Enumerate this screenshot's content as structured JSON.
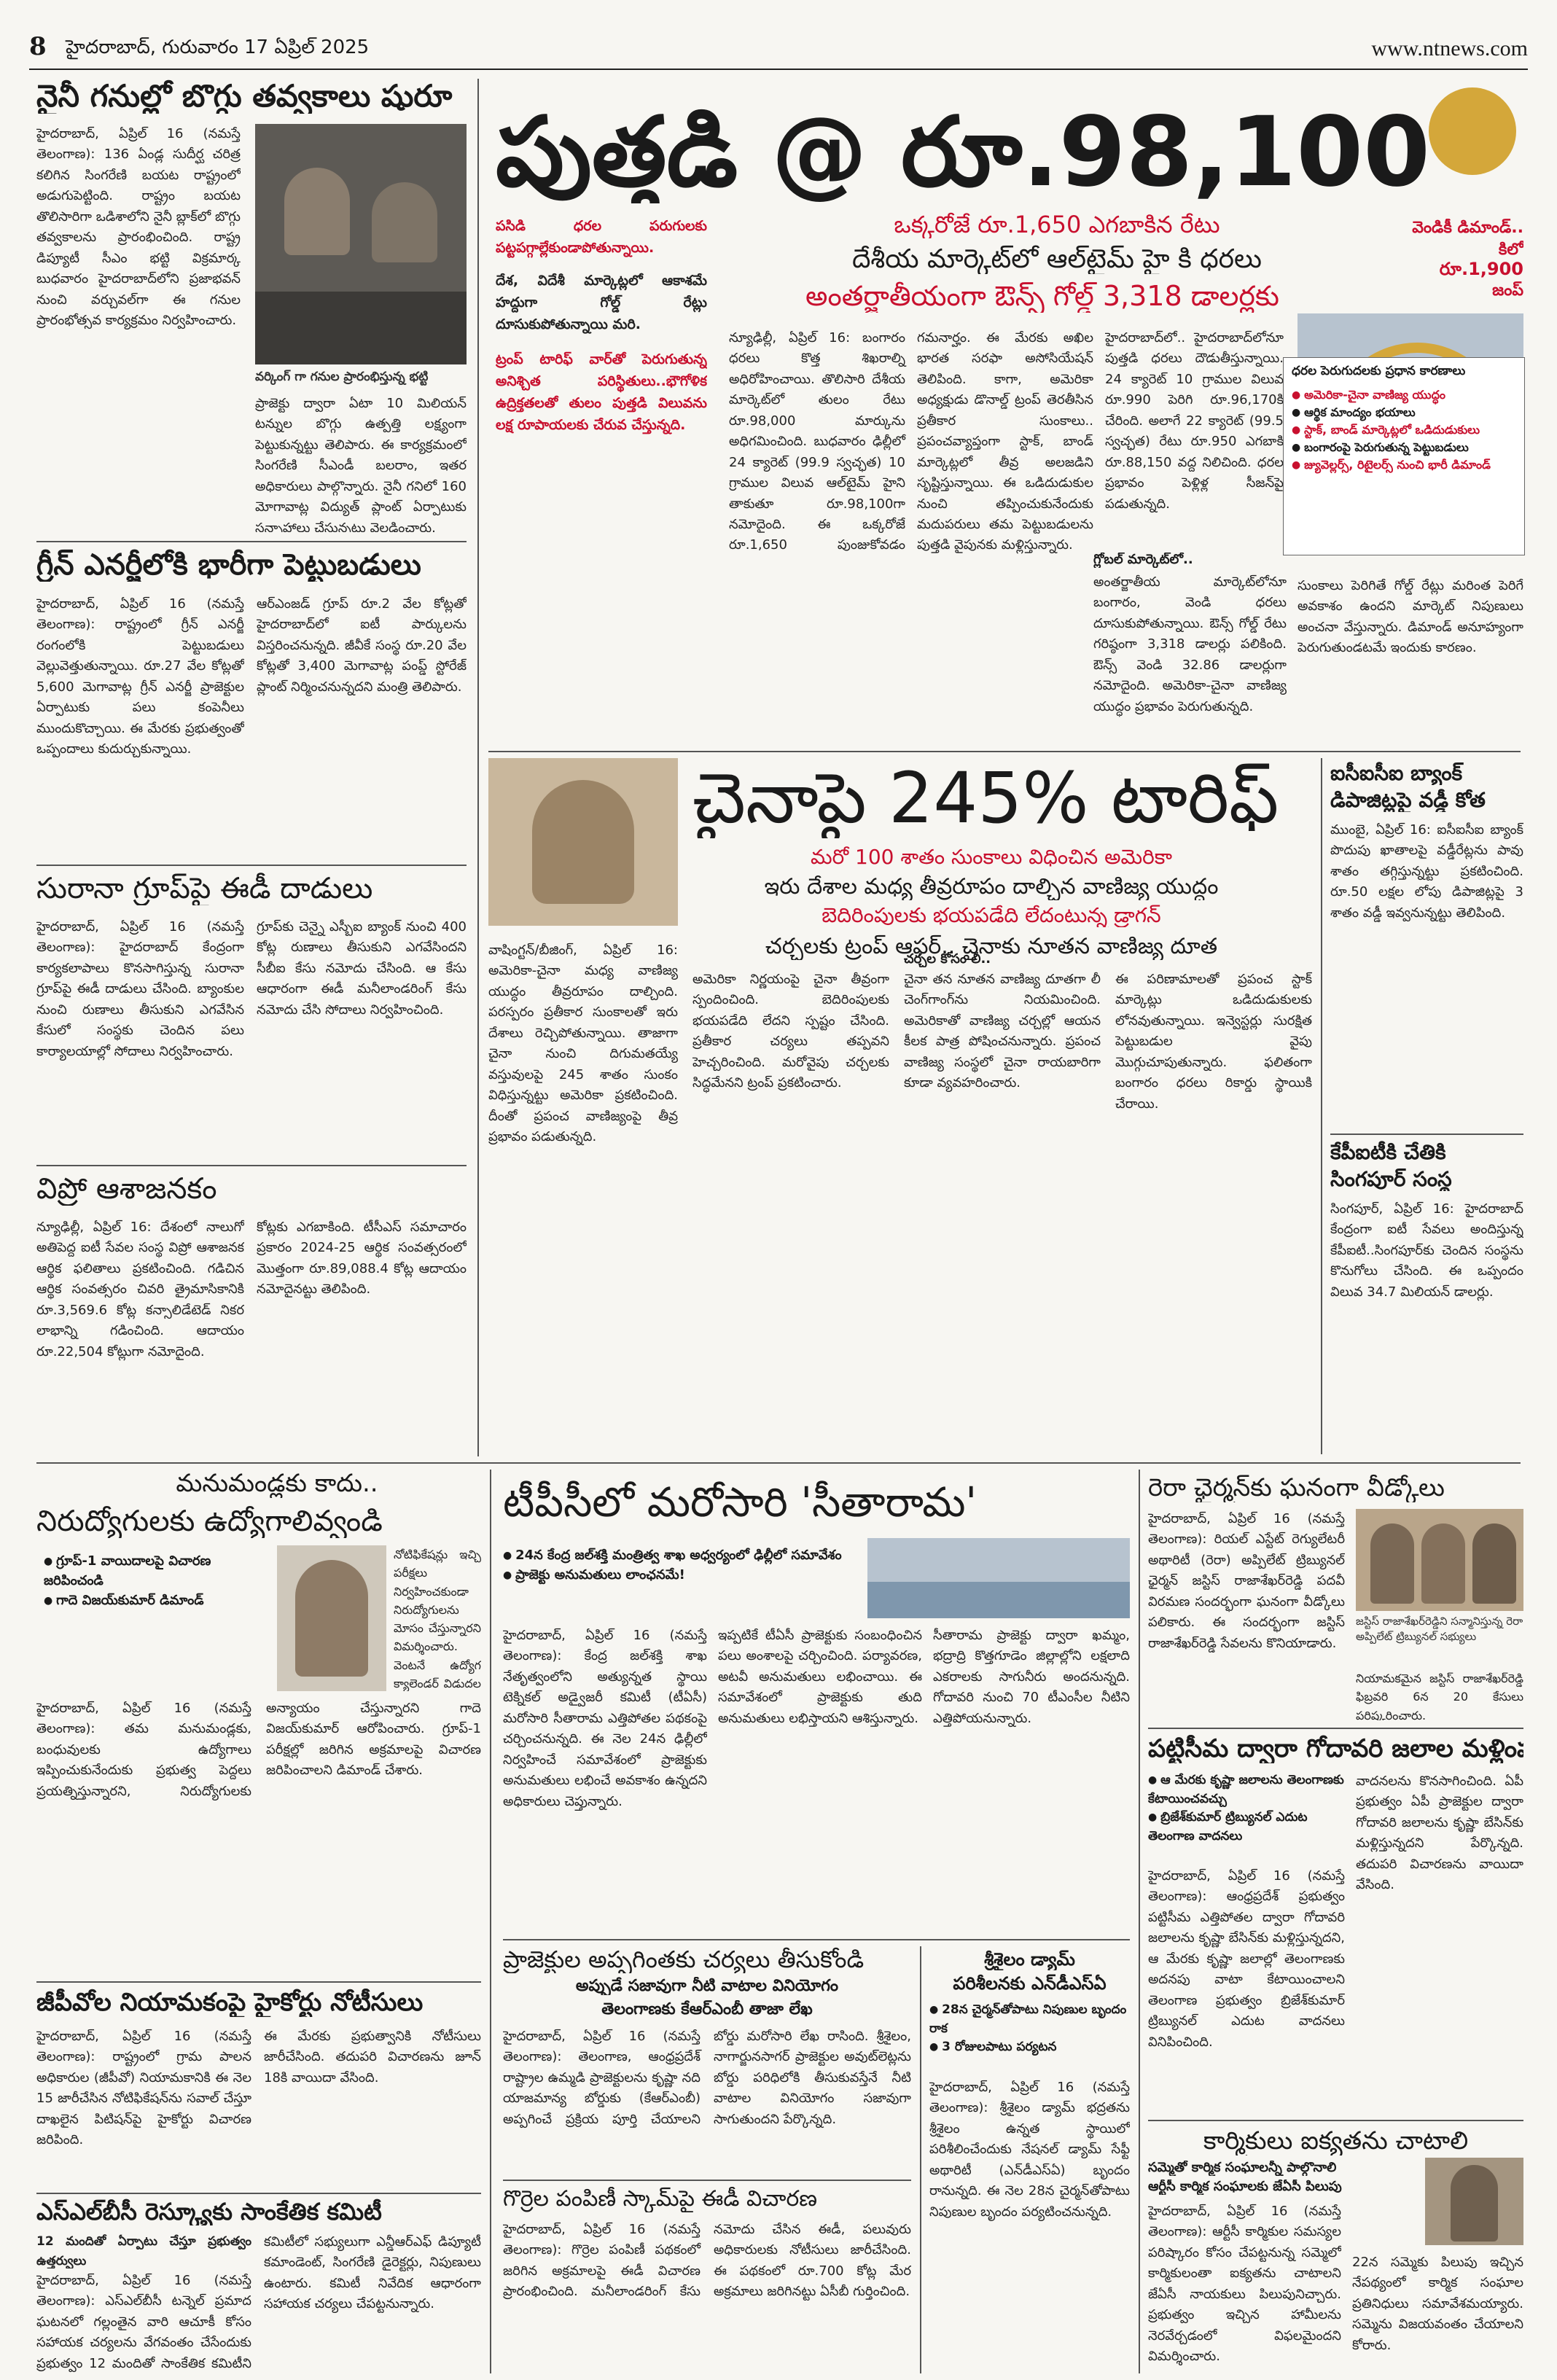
{
  "header": {
    "page_number": "8",
    "date_line": "హైదరాబాద్, గురువారం 17 ఏప్రిల్ 2025",
    "website": "www.ntnews.com"
  },
  "gold": {
    "headline": "పుత్తడి @ రూ.98,100",
    "subline1": "ఒక్కరోజే రూ.1,650 ఎగబాకిన రేటు",
    "subline2": "దేశీయ మార్కెట్‌లో ఆల్‌టైమ్ హై కి ధరలు",
    "subline3": "అంతర్జాతీయంగా ఔన్స్ గోల్డ్ 3,318 డాలర్లకు",
    "silver_label": "వెండికీ డిమాండ్..",
    "silver_unit": "కిలో",
    "silver_price": "రూ.1,900",
    "silver_jump": "జంప్",
    "pull1": "పసిడి ధరల పరుగులకు పట్టపగ్గాల్లేకుండాపోతున్నాయి.",
    "pull2": "దేశ, విదేశీ మార్కెట్లలో ఆకాశమే హద్దుగా గోల్డ్ రేట్లు దూసుకుపోతున్నాయి మరి.",
    "pull3": "ట్రంప్ టారిఫ్ వార్‌తో పెరుగుతున్న అనిశ్చిత పరిస్థితులు..భౌగోళిక ఉద్రిక్తతలతో తులం పుత్తడి విలువను లక్ష రూపాయలకు చేరువ చేస్తున్నది.",
    "photo_caption": "వర్కింగ్ గా గనుల ప్రారంభిస్తున్న భట్టి",
    "factors_title": "ధరల పెరుగుదలకు ప్రధాన కారణాలు",
    "factors": [
      "అమెరికా-చైనా వాణిజ్య యుద్ధం",
      "ఆర్థిక మాంద్యం భయాలు",
      "స్టాక్, బాండ్ మార్కెట్లలో ఒడిదుడుకులు",
      "బంగారంపై పెరుగుతున్న పెట్టుబడులు",
      "జ్యువెల్లర్స్, రిటైలర్స్ నుంచి భారీ డిమాండ్"
    ],
    "global_market_label": "గ్లోబల్ మార్కెట్‌లో..",
    "body1": "న్యూఢిల్లీ, ఏప్రిల్ 16: బంగారం ధరలు కొత్త శిఖరాల్ని అధిరోహించాయి. తొలిసారి దేశీయ మార్కెట్‌లో తులం రేటు రూ.98,000 మార్కును అధిగమించింది. బుధవారం ఢిల్లీలో 24 క్యారెట్ (99.9 స్వచ్ఛత) 10 గ్రాముల విలువ ఆల్‌టైమ్ హైని తాకుతూ రూ.98,100గా నమోదైంది. ఈ ఒక్కరోజే రూ.1,650 పుంజుకోవడం గమనార్హం. ఈ మేరకు అఖిల భారత సరఫా అసోసియేషన్ తెలిపింది. కాగా, అమెరికా అధ్యక్షుడు డొనాల్డ్ ట్రంప్ తెరతీసిన ప్రతీకార సుంకాలు.. ప్రపంచవ్యాప్తంగా స్టాక్, బాండ్ మార్కెట్లలో తీవ్ర అలజడిని సృష్టిస్తున్నాయి. ఈ ఒడిదుడుకుల నుంచి తప్పించుకునేందుకు మదుపరులు తమ పెట్టుబడులను పుత్తడి వైపునకు మళ్లిస్తున్నారు.",
    "body2": "హైదరాబాద్‌లో.. హైదరాబాద్‌లోనూ పుత్తడి ధరలు దౌడుతీస్తున్నాయి. 24 క్యారెట్ 10 గ్రాముల విలువ రూ.990 పెరిగి రూ.96,170కి చేరింది. అలాగే 22 క్యారెట్ (99.5 స్వచ్ఛత) రేటు రూ.950 ఎగబాకి రూ.88,150 వద్ద నిలిచింది. ధరల ప్రభావం పెళ్లిళ్ల సీజన్‌పై పడుతున్నది.",
    "body3": "అంతర్జాతీయ మార్కెట్‌లోనూ బంగారం, వెండి ధరలు దూసుకుపోతున్నాయి. ఔన్స్ గోల్డ్ రేటు గరిష్ఠంగా 3,318 డాలర్లు పలికింది. ఔన్స్ వెండి 32.86 డాలర్లుగా నమోదైంది. అమెరికా-చైనా వాణిజ్య యుద్ధం ప్రభావం పెరుగుతున్నది.",
    "body4": "సుంకాలు పెరిగితే గోల్డ్ రేట్లు మరింత పెరిగే అవకాశం ఉందని మార్కెట్ నిపుణులు అంచనా వేస్తున్నారు. డిమాండ్ అనూహ్యంగా పెరుగుతుండటమే ఇందుకు కారణం."
  },
  "coal": {
    "headline": "నైనీ గనుల్లో బొగ్గు తవ్వకాలు షురూ",
    "body1": "హైదరాబాద్, ఏప్రిల్ 16 (నమస్తే తెలంగాణ): 136 ఏండ్ల సుదీర్ఘ చరిత్ర కలిగిన సింగరేణి బయట రాష్ట్రంలో అడుగుపెట్టింది. రాష్ట్రం బయట తొలిసారిగా ఒడిశాలోని నైనీ బ్లాక్‌లో బొగ్గు తవ్వకాలను ప్రారంభించింది. రాష్ట్ర డిప్యూటీ సీఎం భట్టి విక్రమార్క బుధవారం హైదరాబాద్‌లోని ప్రజాభవన్ నుంచి వర్చువల్‌గా ఈ గనుల ప్రారంభోత్సవ కార్యక్రమం నిర్వహించారు.",
    "body2": "ప్రాజెక్టు ద్వారా ఏటా 10 మిలియన్ టన్నుల బొగ్గు ఉత్పత్తి లక్ష్యంగా పెట్టుకున్నట్టు తెలిపారు. ఈ కార్యక్రమంలో సింగరేణి సీఎండీ బలరాం, ఇతర అధికారులు పాల్గొన్నారు. నైనీ గనిలో 160 మోగావాట్ల విద్యుత్ ప్లాంట్ ఏర్పాటుకు సన్నాహాలు చేస్తున్నట్టు వెల్లడించారు."
  },
  "green": {
    "headline": "గ్రీన్ ఎనర్జీలోకి భారీగా పెట్టుబడులు",
    "body1": "హైదరాబాద్, ఏప్రిల్ 16 (నమస్తే తెలంగాణ): రాష్ట్రంలో గ్రీన్ ఎనర్జీ రంగంలోకి పెట్టుబడులు వెల్లువెత్తుతున్నాయి. రూ.27 వేల కోట్లతో 5,600 మెగావాట్ల గ్రీన్ ఎనర్జీ ప్రాజెక్టుల ఏర్పాటుకు పలు కంపెనీలు ముందుకొచ్చాయి. ఈ మేరకు ప్రభుత్వంతో ఒప్పందాలు కుదుర్చుకున్నాయి.",
    "body2": "ఆర్‌ఎంజడ్ గ్రూప్ రూ.2 వేల కోట్లతో హైదరాబాద్‌లో ఐటీ పార్కులను విస్తరించనున్నది. జీవీకే సంస్థ రూ.20 వేల కోట్లతో 3,400 మెగావాట్ల పంప్డ్ స్టోరేజ్ ప్లాంట్ నిర్మించనున్నదని మంత్రి తెలిపారు."
  },
  "surana": {
    "headline": "సురానా గ్రూప్‌పై ఈడీ దాడులు",
    "body1": "హైదరాబాద్, ఏప్రిల్ 16 (నమస్తే తెలంగాణ): హైదరాబాద్ కేంద్రంగా కార్యకలాపాలు కొనసాగిస్తున్న సురానా గ్రూప్‌పై ఈడీ దాడులు చేసింది. బ్యాంకుల నుంచి రుణాలు తీసుకుని ఎగవేసిన కేసులో సంస్థకు చెందిన పలు కార్యాలయాల్లో సోదాలు నిర్వహించారు.",
    "body2": "గ్రూప్‌కు చెన్నై ఎస్బీఐ బ్యాంక్ నుంచి 400 కోట్ల రుణాలు తీసుకుని ఎగవేసిందని సీబీఐ కేసు నమోదు చేసింది. ఆ కేసు ఆధారంగా ఈడీ మనీలాండరింగ్ కేసు నమోదు చేసి సోదాలు నిర్వహించింది."
  },
  "wipro": {
    "headline": "విప్రో ఆశాజనకం",
    "body1": "న్యూఢిల్లీ, ఏప్రిల్ 16: దేశంలో నాలుగో అతిపెద్ద ఐటీ సేవల సంస్థ విప్రో ఆశాజనక ఆర్థిక ఫలితాలు ప్రకటించింది. గడిచిన ఆర్థిక సంవత్సరం చివరి త్రైమాసికానికి రూ.3,569.6 కోట్ల కన్సాలిడేటెడ్ నికర లాభాన్ని గడించింది. ఆదాయం రూ.22,504 కోట్లుగా నమోదైంది.",
    "body2": "కోట్లకు ఎగబాకింది. టీసీఎస్ సమాచారం ప్రకారం 2024-25 ఆర్థిక సంవత్సరంలో మొత్తంగా రూ.89,088.4 కోట్ల ఆదాయం నమోదైనట్టు తెలిపింది."
  },
  "china": {
    "headline": "చైనాపై 245% టారిఫ్",
    "sub1": "మరో 100 శాతం సుంకాలు విధించిన అమెరికా",
    "sub2": "ఇరు దేశాల మధ్య తీవ్రరూపం దాల్చిన వాణిజ్య యుద్ధం",
    "sub3": "బెదిరింపులకు భయపడేది లేదంటున్న డ్రాగన్",
    "sub4": "చర్చలకు ట్రంప్ ఆఫర్.. చైనాకు నూతన వాణిజ్య దూత",
    "body1": "వాషింగ్టన్/బీజింగ్, ఏప్రిల్ 16: అమెరికా-చైనా మధ్య వాణిజ్య యుద్ధం తీవ్రరూపం దాల్చింది. పరస్పరం ప్రతీకార సుంకాలతో ఇరు దేశాలు రెచ్చిపోతున్నాయి. తాజాగా చైనా నుంచి దిగుమతయ్యే వస్తువులపై 245 శాతం సుంకం విధిస్తున్నట్టు అమెరికా ప్రకటించింది. దీంతో ప్రపంచ వాణిజ్యంపై తీవ్ర ప్రభావం పడుతున్నది.",
    "body2": "అమెరికా నిర్ణయంపై చైనా తీవ్రంగా స్పందించింది. బెదిరింపులకు భయపడేది లేదని స్పష్టం చేసింది. ప్రతీకార చర్యలు తప్పవని హెచ్చరించింది. మరోవైపు చర్చలకు సిద్ధమేనని ట్రంప్ ప్రకటించారు.",
    "body3": "చైనా తన నూతన వాణిజ్య దూతగా లీ చెంగ్‌గాంగ్‌ను నియమించింది. అమెరికాతో వాణిజ్య చర్చల్లో ఆయన కీలక పాత్ర పోషించనున్నారు. ప్రపంచ వాణిజ్య సంస్థలో చైనా రాయబారిగా కూడా వ్యవహరించారు.",
    "sidebar_label": "చర్చల కోసం లీ..",
    "body4": "ఈ పరిణామాలతో ప్రపంచ స్టాక్ మార్కెట్లు ఒడిదుడుకులకు లోనవుతున్నాయి. ఇన్వెస్టర్లు సురక్షిత పెట్టుబడుల వైపు మొగ్గుచూపుతున్నారు. ఫలితంగా బంగారం ధరలు రికార్డు స్థాయికి చేరాయి."
  },
  "icici": {
    "headline1": "ఐసీఐసీఐ బ్యాంక్",
    "headline2": "డిపాజిట్లపై వడ్డీ కోత",
    "body": "ముంబై, ఏప్రిల్ 16: ఐసీఐసీఐ బ్యాంక్ పొదుపు ఖాతాలపై వడ్డీరేట్లను పావు శాతం తగ్గిస్తున్నట్టు ప్రకటించింది. రూ.50 లక్షల లోపు డిపాజిట్లపై 3 శాతం వడ్డీ ఇవ్వనున్నట్టు తెలిపింది."
  },
  "kpit": {
    "headline1": "కేపీఐటీకి చేతికి",
    "headline2": "సింగపూర్ సంస్థ",
    "body": "సింగపూర్, ఏప్రిల్ 16: హైదరాబాద్ కేంద్రంగా ఐటీ సేవలు అందిస్తున్న కేపీఐటీ..సింగపూర్‌కు చెందిన సంస్థను కొనుగోలు చేసింది. ఈ ఒప్పందం విలువ 34.7 మిలియన్ డాలర్లు."
  },
  "tpcc": {
    "headline": "టీపీసీలో మరోసారి 'సీతారామ'",
    "bullet1": "24న కేంద్ర జల్‌శక్తి మంత్రిత్వ శాఖ అధ్వర్యంలో ఢిల్లీలో సమావేశం",
    "bullet2": "ప్రాజెక్టు అనుమతులు లాంఛనమే!",
    "body1": "హైదరాబాద్, ఏప్రిల్ 16 (నమస్తే తెలంగాణ): కేంద్ర జల్‌శక్తి శాఖ నేతృత్వంలోని అత్యున్నత స్థాయి టెక్నికల్ అడ్వైజరీ కమిటీ (టీఏసీ) మరోసారి సీతారామ ఎత్తిపోతల పథకంపై చర్చించనున్నది. ఈ నెల 24న ఢిల్లీలో నిర్వహించే సమావేశంలో ప్రాజెక్టుకు అనుమతులు లభించే అవకాశం ఉన్నదని అధికారులు చెప్తున్నారు.",
    "body2": "ఇప్పటికే టీఏసీ ప్రాజెక్టుకు సంబంధించిన పలు అంశాలపై చర్చించింది. పర్యావరణ, అటవీ అనుమతులు లభించాయి. ఈ సమావేశంలో ప్రాజెక్టుకు తుది అనుమతులు లభిస్తాయని ఆశిస్తున్నారు.",
    "body3": "సీతారామ ప్రాజెక్టు ద్వారా ఖమ్మం, భద్రాద్రి కొత్తగూడెం జిల్లాల్లోని లక్షలాది ఎకరాలకు సాగునీరు అందనున్నది. గోదావరి నుంచి 70 టీఎంసీల నీటిని ఎత్తిపోయనున్నారు."
  },
  "unemployed": {
    "kicker": "మనుమండ్లకు కాదు..",
    "headline": "నిరుద్యోగులకు ఉద్యోగాలివ్వండి",
    "bullets": [
      "గ్రూప్-1 వాయిదాలపై విచారణ జరిపించండి",
      "గాదె విజయ్‌కుమార్ డిమాండ్"
    ],
    "body1": "హైదరాబాద్, ఏప్రిల్ 16 (నమస్తే తెలంగాణ): తమ మనుమండ్లకు, బంధువులకు ఉద్యోగాలు ఇప్పించుకునేందుకు ప్రభుత్వ పెద్దలు ప్రయత్నిస్తున్నారని, నిరుద్యోగులకు అన్యాయం చేస్తున్నారని గాదె విజయ్‌కుమార్ ఆరోపించారు. గ్రూప్-1 పరీక్షల్లో జరిగిన అక్రమాలపై విచారణ జరిపించాలని డిమాండ్ చేశారు.",
    "body2": "నోటిఫికేషన్లు ఇచ్చి పరీక్షలు నిర్వహించకుండా నిరుద్యోగులను మోసం చేస్తున్నారని విమర్శించారు. వెంటనే ఉద్యోగ క్యాలెండర్ విడుదల చేయాలని కోరారు."
  },
  "gpo": {
    "headline": "జీపీవోల నియామకంపై హైకోర్టు నోటీసులు",
    "body1": "హైదరాబాద్, ఏప్రిల్ 16 (నమస్తే తెలంగాణ): రాష్ట్రంలో గ్రామ పాలన అధికారుల (జీపీవో) నియామకానికి ఈ నెల 15 జారీచేసిన నోటిఫికేషన్‌ను సవాల్ చేస్తూ దాఖలైన పిటిషన్‌పై హైకోర్టు విచారణ జరిపింది.",
    "body2": "ఈ మేరకు ప్రభుత్వానికి నోటీసులు జారీచేసింది. తదుపరి విచారణను జూన్ 18కి వాయిదా వేసింది."
  },
  "slbc": {
    "headline": "ఎస్‌ఎల్‌బీసీ రెస్క్యూకు సాంకేతిక కమిటీ",
    "kicker": "12 మందితో ఏర్పాటు చేస్తూ ప్రభుత్వం ఉత్తర్వులు",
    "body1": "హైదరాబాద్, ఏప్రిల్ 16 (నమస్తే తెలంగాణ): ఎస్‌ఎల్‌బీసీ టన్నెల్ ప్రమాద ఘటనలో గల్లంతైన వారి ఆచూకీ కోసం సహాయక చర్యలను వేగవంతం చేసేందుకు ప్రభుత్వం 12 మందితో సాంకేతిక కమిటీని ఏర్పాటు చేసింది.",
    "body2": "కమిటీలో సభ్యులుగా ఎన్డీఆర్‌ఎఫ్ డిప్యూటీ కమాండెంట్, సింగరేణి డైరెక్టర్లు, నిపుణులు ఉంటారు. కమిటీ నివేదిక ఆధారంగా సహాయక చర్యలు చేపట్టనున్నారు."
  },
  "rera": {
    "headline": "రెరా ఛైర్మన్‌కు ఘనంగా వీడ్కోలు",
    "body": "హైదరాబాద్, ఏప్రిల్ 16 (నమస్తే తెలంగాణ): రియల్ ఎస్టేట్ రెగ్యులేటరీ అథారిటీ (రెరా) అప్పిలేట్ ట్రిబ్యునల్ ఛైర్మన్ జస్టిస్ రాజాశేఖర్‌రెడ్డి పదవీ విరమణ సందర్భంగా ఘనంగా వీడ్కోలు పలికారు. ఈ సందర్భంగా జస్టిస్ రాజాశేఖర్‌రెడ్డి సేవలను కొనియాడారు.",
    "photo_caption": "జస్టిస్ రాజాశేఖర్‌రెడ్డిని సన్మానిస్తున్న రెరా అప్పిలేట్ ట్రిబ్యునల్ సభ్యులు",
    "body2": "నియామకమైన జస్టిస్ రాజాశేఖర్‌రెడ్డి ఫిబ్రవరి 6న 20 కేసులు పరిష్కరించారు."
  },
  "pattiseema": {
    "headline": "పట్టిసీమ ద్వారా గోదావరి జలాల మళ్లింపు",
    "bullets": [
      "ఆ మేరకు కృష్ణా జలాలను తెలంగాణకు కేటాయించవచ్చు",
      "బ్రిజేశ్‌కుమార్ ట్రిబ్యునల్ ఎదుట తెలంగాణ వాదనలు"
    ],
    "body1": "హైదరాబాద్, ఏప్రిల్ 16 (నమస్తే తెలంగాణ): ఆంధ్రప్రదేశ్ ప్రభుత్వం పట్టిసీమ ఎత్తిపోతల ద్వారా గోదావరి జలాలను కృష్ణా బేసిన్‌కు మళ్లిస్తున్నదని, ఆ మేరకు కృష్ణా జలాల్లో తెలంగాణకు అదనపు వాటా కేటాయించాలని తెలంగాణ ప్రభుత్వం బ్రిజేశ్‌కుమార్ ట్రిబ్యునల్ ఎదుట వాదనలు వినిపించింది.",
    "body2": "వాదనలను కొనసాగించింది. ఏపీ ప్రభుత్వం ఏపీ ప్రాజెక్టుల ద్వారా గోదావరి జలాలను కృష్ణా బేసిన్‌కు మళ్లిస్తున్నదని పేర్కొన్నది. తదుపరి విచారణను వాయిదా వేసింది."
  },
  "projects": {
    "headline": "ప్రాజెక్టుల అప్పగింతకు చర్యలు తీసుకోండి",
    "sub1": "అప్పుడే సజావుగా నీటి వాటాల వినియోగం",
    "sub2": "తెలంగాణకు కేఆర్ఎంబీ తాజా లేఖ",
    "body": "హైదరాబాద్, ఏప్రిల్ 16 (నమస్తే తెలంగాణ): తెలంగాణ, ఆంధ్రప్రదేశ్ రాష్ట్రాల ఉమ్మడి ప్రాజెక్టులను కృష్ణా నది యాజమాన్య బోర్డుకు (కేఆర్ఎంబీ) అప్పగించే ప్రక్రియ పూర్తి చేయాలని బోర్డు మరోసారి లేఖ రాసింది. శ్రీశైలం, నాగార్జునసాగర్ ప్రాజెక్టుల అవుట్‌లెట్లను బోర్డు పరిధిలోకి తీసుకువస్తేనే నీటి వాటాల వినియోగం సజావుగా సాగుతుందని పేర్కొన్నది."
  },
  "srisailam": {
    "headline1": "శ్రీశైలం డ్యామ్",
    "headline2": "పరిశీలనకు ఎన్‌డీఎస్‌ఏ",
    "bullets": [
      "28న చైర్మన్‌తోపాటు నిపుణుల బృందం రాక",
      "3 రోజులపాటు పర్యటన"
    ],
    "body": "హైదరాబాద్, ఏప్రిల్ 16 (నమస్తే తెలంగాణ): శ్రీశైలం డ్యామ్ భద్రతను శ్రీశైలం ఉన్నత స్థాయిలో పరిశీలించేందుకు నేషనల్ డ్యామ్ సేఫ్టీ అథారిటీ (ఎన్‌డీఎస్‌ఏ) బృందం రానున్నది. ఈ నెల 28న చైర్మన్‌తోపాటు నిపుణుల బృందం పర్యటించనున్నది."
  },
  "workers": {
    "headline": "కార్మికులు ఐక్యతను చాటాలి",
    "sub1": "సమ్మెతో కార్మిక సంఘాలన్నీ పాల్గొనాలి",
    "sub2": "ఆర్టీసీ కార్మిక సంఘాలకు జేఏసీ పిలుపు",
    "body1": "హైదరాబాద్, ఏప్రిల్ 16 (నమస్తే తెలంగాణ): ఆర్టీసీ కార్మికుల సమస్యల పరిష్కారం కోసం చేపట్టనున్న సమ్మెలో కార్మికులంతా ఐక్యతను చాటాలని జేఏసీ నాయకులు పిలుపునిచ్చారు. ప్రభుత్వం ఇచ్చిన హామీలను నెరవేర్చడంలో విఫలమైందని విమర్శించారు.",
    "body2": "22న సమ్మెకు పిలుపు ఇచ్చిన నేపథ్యంలో కార్మిక సంఘాల ప్రతినిధులు సమావేశమయ్యారు. సమ్మెను విజయవంతం చేయాలని కోరారు."
  },
  "gorrela": {
    "headline": "గొర్రెల పంపిణీ స్కామ్‌పై ఈడీ విచారణ",
    "body": "హైదరాబాద్, ఏప్రిల్ 16 (నమస్తే తెలంగాణ): గొర్రెల పంపిణీ పథకంలో జరిగిన అక్రమాలపై ఈడీ విచారణ ప్రారంభించింది. మనీలాండరింగ్ కేసు నమోదు చేసిన ఈడీ, పలువురు అధికారులకు నోటీసులు జారీచేసింది. ఈ పథకంలో రూ.700 కోట్ల మేర అక్రమాలు జరిగినట్టు ఏసీబీ గుర్తించింది."
  }
}
